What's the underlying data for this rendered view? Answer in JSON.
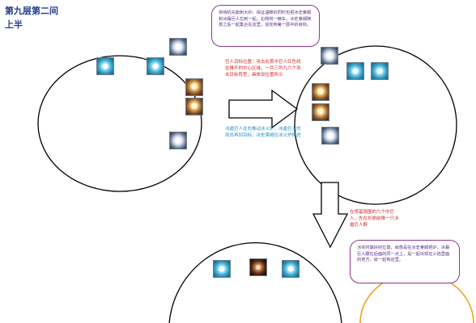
{
  "page_title": {
    "line1": "第九层第二间",
    "line2": "上半"
  },
  "notes": {
    "top_box": "将待机先跑到大炉，保证温暖的同时也把冰史莱姆和冰霜巨人拉到一起。右侧将一辆车，冰史莱姆随意之后一起集合在这里，进攻到第一层中的目标。",
    "red_positions": "巨人目标位置：攻击右首中巨人红色线在推开的中心区域，一共三列九六个攻击目标阵型，具体如位置所示",
    "blue_positions": "冰霜巨人往右推动冰火炉，冰霜巨人的攻击再到目标，冰史莱姆往冰火炉推进",
    "down_arrow_note": "在塔基周围的六个中巨人，先在右侧前推一只冰霜巨人群",
    "bottom_box": "冰实时最好的位置，就像是在冰史莱姆把炉，冰霜巨人跟在后面的同一点上，是一起出现在火焰里面的地方，就一起到这里。"
  },
  "tokens": [
    {
      "type": "shield"
    },
    {
      "type": "shield"
    },
    {
      "type": "boss"
    },
    {
      "type": "hero"
    },
    {
      "type": "hero"
    },
    {
      "type": "boss"
    },
    {
      "type": "boss"
    },
    {
      "type": "shield"
    },
    {
      "type": "shield"
    },
    {
      "type": "hero"
    },
    {
      "type": "hero"
    },
    {
      "type": "boss"
    },
    {
      "type": "shield"
    },
    {
      "type": "dark"
    },
    {
      "type": "shield"
    }
  ],
  "colors": {
    "title": "#1f3d8a",
    "red_note": "#d42a2a",
    "blue_note": "#1f8fcf",
    "box_border": "#8b3a8b",
    "orange_circle": "#f0a020"
  }
}
